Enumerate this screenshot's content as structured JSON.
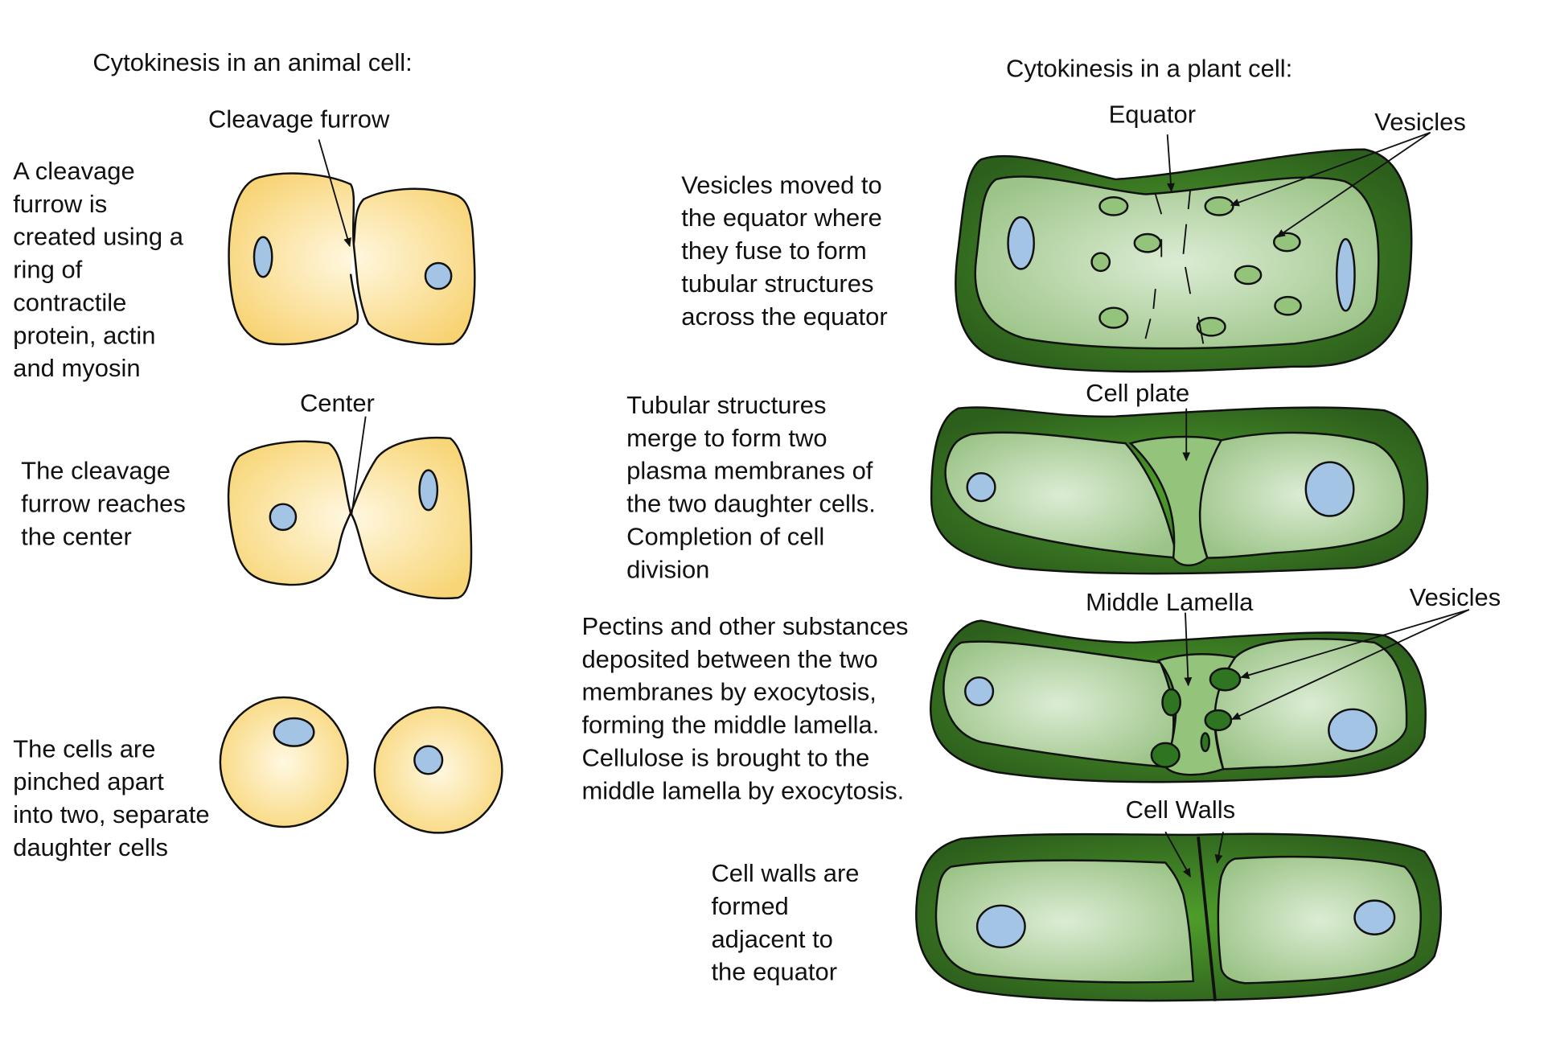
{
  "animal": {
    "title": "Cytokinesis in an animal cell:",
    "stage1": {
      "label": "Cleavage furrow",
      "text": [
        "A cleavage",
        "furrow is",
        "created using a",
        "ring of",
        "contractile",
        "protein, actin",
        "and myosin"
      ]
    },
    "stage2": {
      "label": "Center",
      "text": [
        "The cleavage",
        "furrow reaches",
        "the center"
      ]
    },
    "stage3": {
      "text": [
        "The cells are",
        "pinched apart",
        "into two, separate",
        "daughter cells"
      ]
    }
  },
  "plant": {
    "title": "Cytokinesis in a plant cell:",
    "stage1": {
      "label_equator": "Equator",
      "label_vesicles": "Vesicles",
      "text": [
        "Vesicles moved to",
        "the equator where",
        "they fuse to form",
        "tubular structures",
        "across the equator"
      ]
    },
    "stage2": {
      "label": "Cell plate",
      "text": [
        "Tubular structures",
        "merge to form two",
        "plasma membranes of",
        "the two daughter cells.",
        "Completion of cell",
        "division"
      ]
    },
    "stage3": {
      "label_lamella": "Middle Lamella",
      "label_vesicles": "Vesicles",
      "text": [
        "Pectins and other substances",
        "deposited between the two",
        "membranes by exocytosis,",
        "forming the middle lamella.",
        "Cellulose is brought to the",
        "middle lamella by exocytosis."
      ]
    },
    "stage4": {
      "label": "Cell Walls",
      "text": [
        "Cell walls are",
        "formed",
        "adjacent to",
        "the equator"
      ]
    }
  },
  "colors": {
    "animal_cytoplasm": "#f9d576",
    "nucleus": "#a4c4e6",
    "cell_wall": "#3b8a25",
    "plant_cytoplasm": "#a8cc94",
    "vesicle": "#94c47c",
    "dark_vesicle": "#2f7420"
  }
}
